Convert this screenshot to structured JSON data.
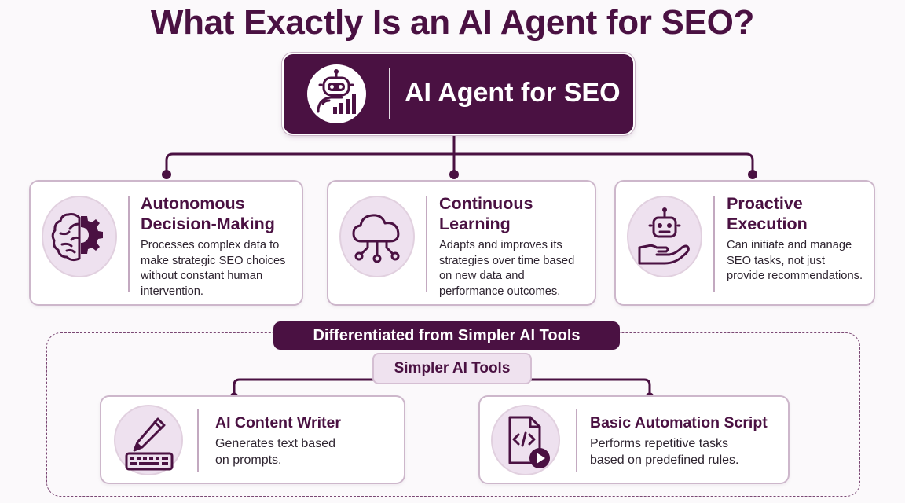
{
  "title": "What Exactly Is an AI Agent for SEO?",
  "central": {
    "label": "AI Agent for SEO",
    "icon": "robot-chart-icon"
  },
  "capabilities": [
    {
      "title_line1": "Autonomous",
      "title_line2": "Decision-Making",
      "desc": [
        "Processes complex data to",
        "make strategic SEO choices",
        "without constant human",
        "intervention."
      ],
      "icon": "brain-gear-icon"
    },
    {
      "title_line1": "Continuous",
      "title_line2": "Learning",
      "desc": [
        "Adapts and improves its",
        "strategies over time based",
        "on new data and",
        "performance outcomes."
      ],
      "icon": "cloud-network-icon"
    },
    {
      "title_line1": "Proactive",
      "title_line2": "Execution",
      "desc": [
        "Can initiate and manage",
        "SEO tasks, not just",
        "provide recommendations."
      ],
      "icon": "robot-hand-icon"
    }
  ],
  "differentiated_label": "Differentiated from Simpler AI Tools",
  "simpler_label": "Simpler AI Tools",
  "simpler_tools": [
    {
      "title": "AI Content Writer",
      "desc": [
        "Generates text based",
        "on prompts."
      ],
      "icon": "pen-keyboard-icon"
    },
    {
      "title": "Basic Automation Script",
      "desc": [
        "Performs repetitive tasks",
        "based on predefined rules."
      ],
      "icon": "code-file-play-icon"
    }
  ],
  "colors": {
    "primary": "#4a1142",
    "accent_light": "#eee1ef",
    "border": "#cdb7cb"
  }
}
